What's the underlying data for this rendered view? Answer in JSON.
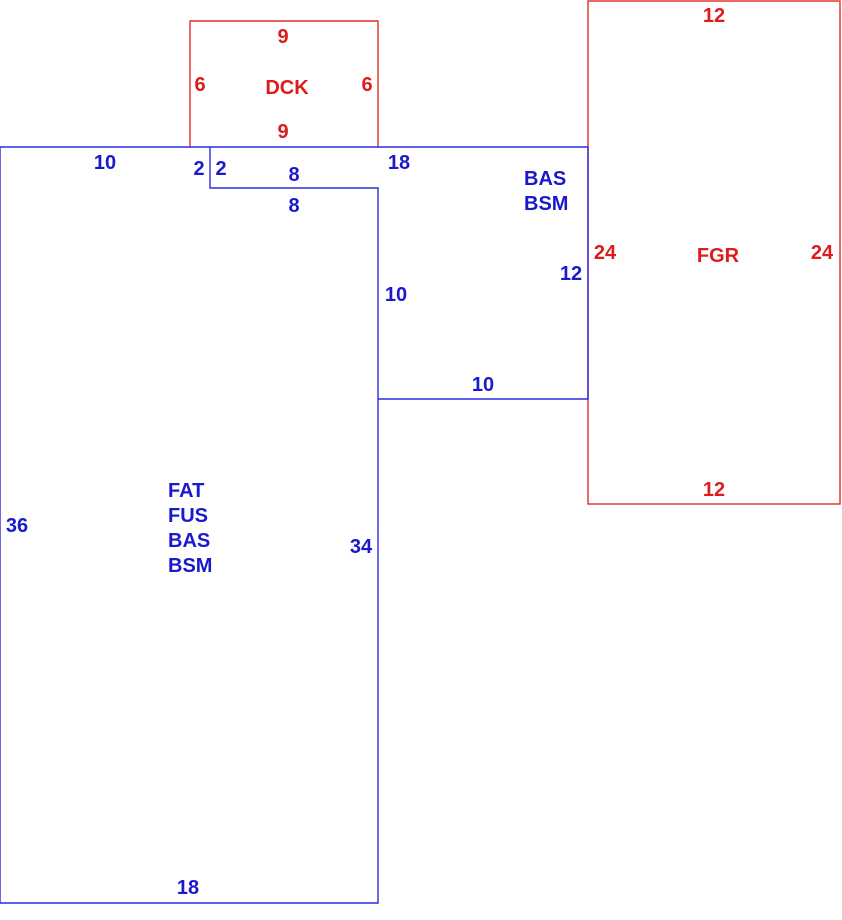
{
  "colors": {
    "main_living": "#1a1acc",
    "attachments": "#dd1c1c"
  },
  "areas": {
    "dck": {
      "code": "DCK",
      "dims": {
        "top": "9",
        "bottom": "9",
        "left": "6",
        "right": "6"
      }
    },
    "fgr": {
      "code": "FGR",
      "dims": {
        "top": "12",
        "bottom": "12",
        "left": "24",
        "right": "24"
      }
    },
    "main": {
      "codes": [
        "FAT",
        "FUS",
        "BAS",
        "BSM"
      ],
      "dims": {
        "top_left": "10",
        "step_down_outer": "2",
        "step_down_inner": "2",
        "notch_top": "8",
        "notch_bottom": "8",
        "left": "36",
        "right": "34",
        "bottom": "18"
      }
    },
    "wing": {
      "codes": [
        "BAS",
        "BSM"
      ],
      "dims": {
        "top": "18",
        "left": "10",
        "right": "12",
        "bottom": "10"
      }
    }
  }
}
